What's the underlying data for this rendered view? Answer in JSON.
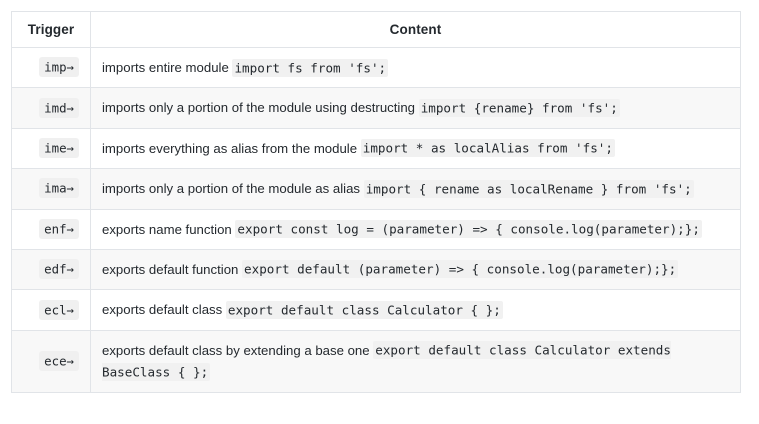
{
  "table": {
    "headers": {
      "trigger": "Trigger",
      "content": "Content"
    },
    "colors": {
      "border": "#e1e4e8",
      "stripe": "#f8f8f8",
      "code_background": "#f1f1f1",
      "chip_background": "#f0f0f0",
      "text": "#24292e"
    },
    "arrow_icon": "→",
    "rows": [
      {
        "trigger": "imp→",
        "description": "imports entire module ",
        "code": "import fs from 'fs';"
      },
      {
        "trigger": "imd→",
        "description": "imports only a portion of the module using destructing ",
        "code": "import {rename} from 'fs';"
      },
      {
        "trigger": "ime→",
        "description": "imports everything as alias from the module ",
        "code": "import * as localAlias from 'fs';"
      },
      {
        "trigger": "ima→",
        "description": "imports only a portion of the module as alias ",
        "code": "import { rename as localRename } from 'fs';"
      },
      {
        "trigger": "enf→",
        "description": "exports name function ",
        "code": "export const log = (parameter) => { console.log(parameter);};"
      },
      {
        "trigger": "edf→",
        "description": "exports default function ",
        "code": "export default (parameter) => { console.log(parameter);};"
      },
      {
        "trigger": "ecl→",
        "description": "exports default class ",
        "code": "export default class Calculator { };"
      },
      {
        "trigger": "ece→",
        "description": "exports default class by extending a base one ",
        "code": "export default class Calculator extends BaseClass { };"
      }
    ]
  }
}
